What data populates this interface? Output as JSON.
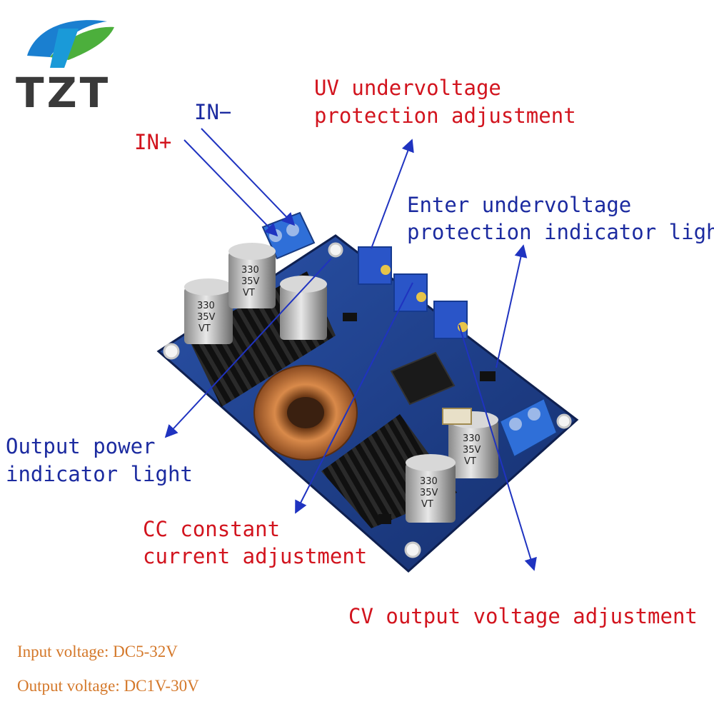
{
  "logo": {
    "text": "TZT",
    "colors": {
      "blue": "#1a7fd0",
      "green": "#4caf3c",
      "grey": "#3a3a3a"
    }
  },
  "labels": {
    "in_minus": "IN−",
    "in_plus": "IN+",
    "uv_line1": "UV undervoltage",
    "uv_line2": "protection adjustment",
    "enter_line1": "Enter undervoltage",
    "enter_line2": "protection indicator light",
    "output_line1": "Output power",
    "output_line2": "indicator light",
    "cc_line1": "CC constant",
    "cc_line2": "current adjustment",
    "cv": "CV output voltage adjustment"
  },
  "specs": {
    "input": "Input voltage: DC5-32V",
    "output": "Output voltage: DC1V-30V"
  },
  "board_text": {
    "cap_value": "330",
    "cap_voltage": "35V",
    "cap_series": "VT"
  },
  "colors": {
    "red_label": "#d2141e",
    "blue_label": "#1c2ba0",
    "spec_text": "#d4782a",
    "arrow": "#1f33c0",
    "pcb": "#1d3e8c",
    "heatsink": "#161616",
    "copper": "#c8763a",
    "trimmer": "#2a55c8"
  }
}
